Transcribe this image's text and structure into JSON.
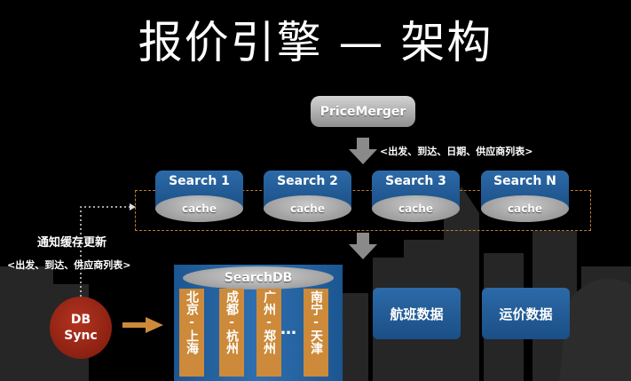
{
  "title": "报价引擎 — 架构",
  "price_merger": "PriceMerger",
  "merger_params": "<出发、到达、日期、供应商列表>",
  "search_nodes": [
    {
      "label": "Search 1",
      "cache": "cache"
    },
    {
      "label": "Search 2",
      "cache": "cache"
    },
    {
      "label": "Search 3",
      "cache": "cache"
    },
    {
      "label": "Search N",
      "cache": "cache"
    }
  ],
  "notify": {
    "label": "通知缓存更新",
    "params": "<出发、到达、供应商列表>"
  },
  "search_db": "SearchDB",
  "cities": [
    "北京-上海",
    "成都-杭州",
    "广州-郑州",
    "南宁-天津"
  ],
  "ellipsis": "…",
  "flight_data": "航班数据",
  "freight_data": "运价数据",
  "db_sync": {
    "line1": "DB",
    "line2": "Sync"
  },
  "colors": {
    "search_blue": "#1a4f86",
    "city_orange": "#cc8a3a",
    "db_sync_red": "#9a2412",
    "dash_orange": "#c07a30"
  }
}
